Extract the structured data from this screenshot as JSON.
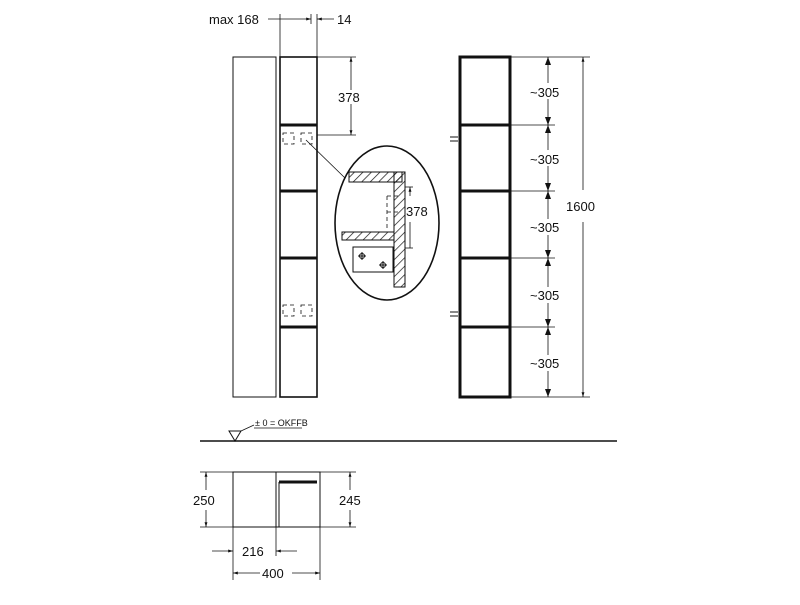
{
  "labels": {
    "max_depth": "max 168",
    "door_thickness": "14",
    "top_dim": "378",
    "detail_dim": "378",
    "spacing_1": "~305",
    "spacing_2": "~305",
    "spacing_3": "~305",
    "spacing_4": "~305",
    "spacing_5": "~305",
    "total_height": "1600",
    "floor_ref": "± 0 = OKFFB",
    "plan_depth_left": "250",
    "plan_depth_right": "245",
    "plan_inner_width": "216",
    "plan_total_width": "400"
  },
  "colors": {
    "line": "#111111",
    "background": "#ffffff"
  }
}
